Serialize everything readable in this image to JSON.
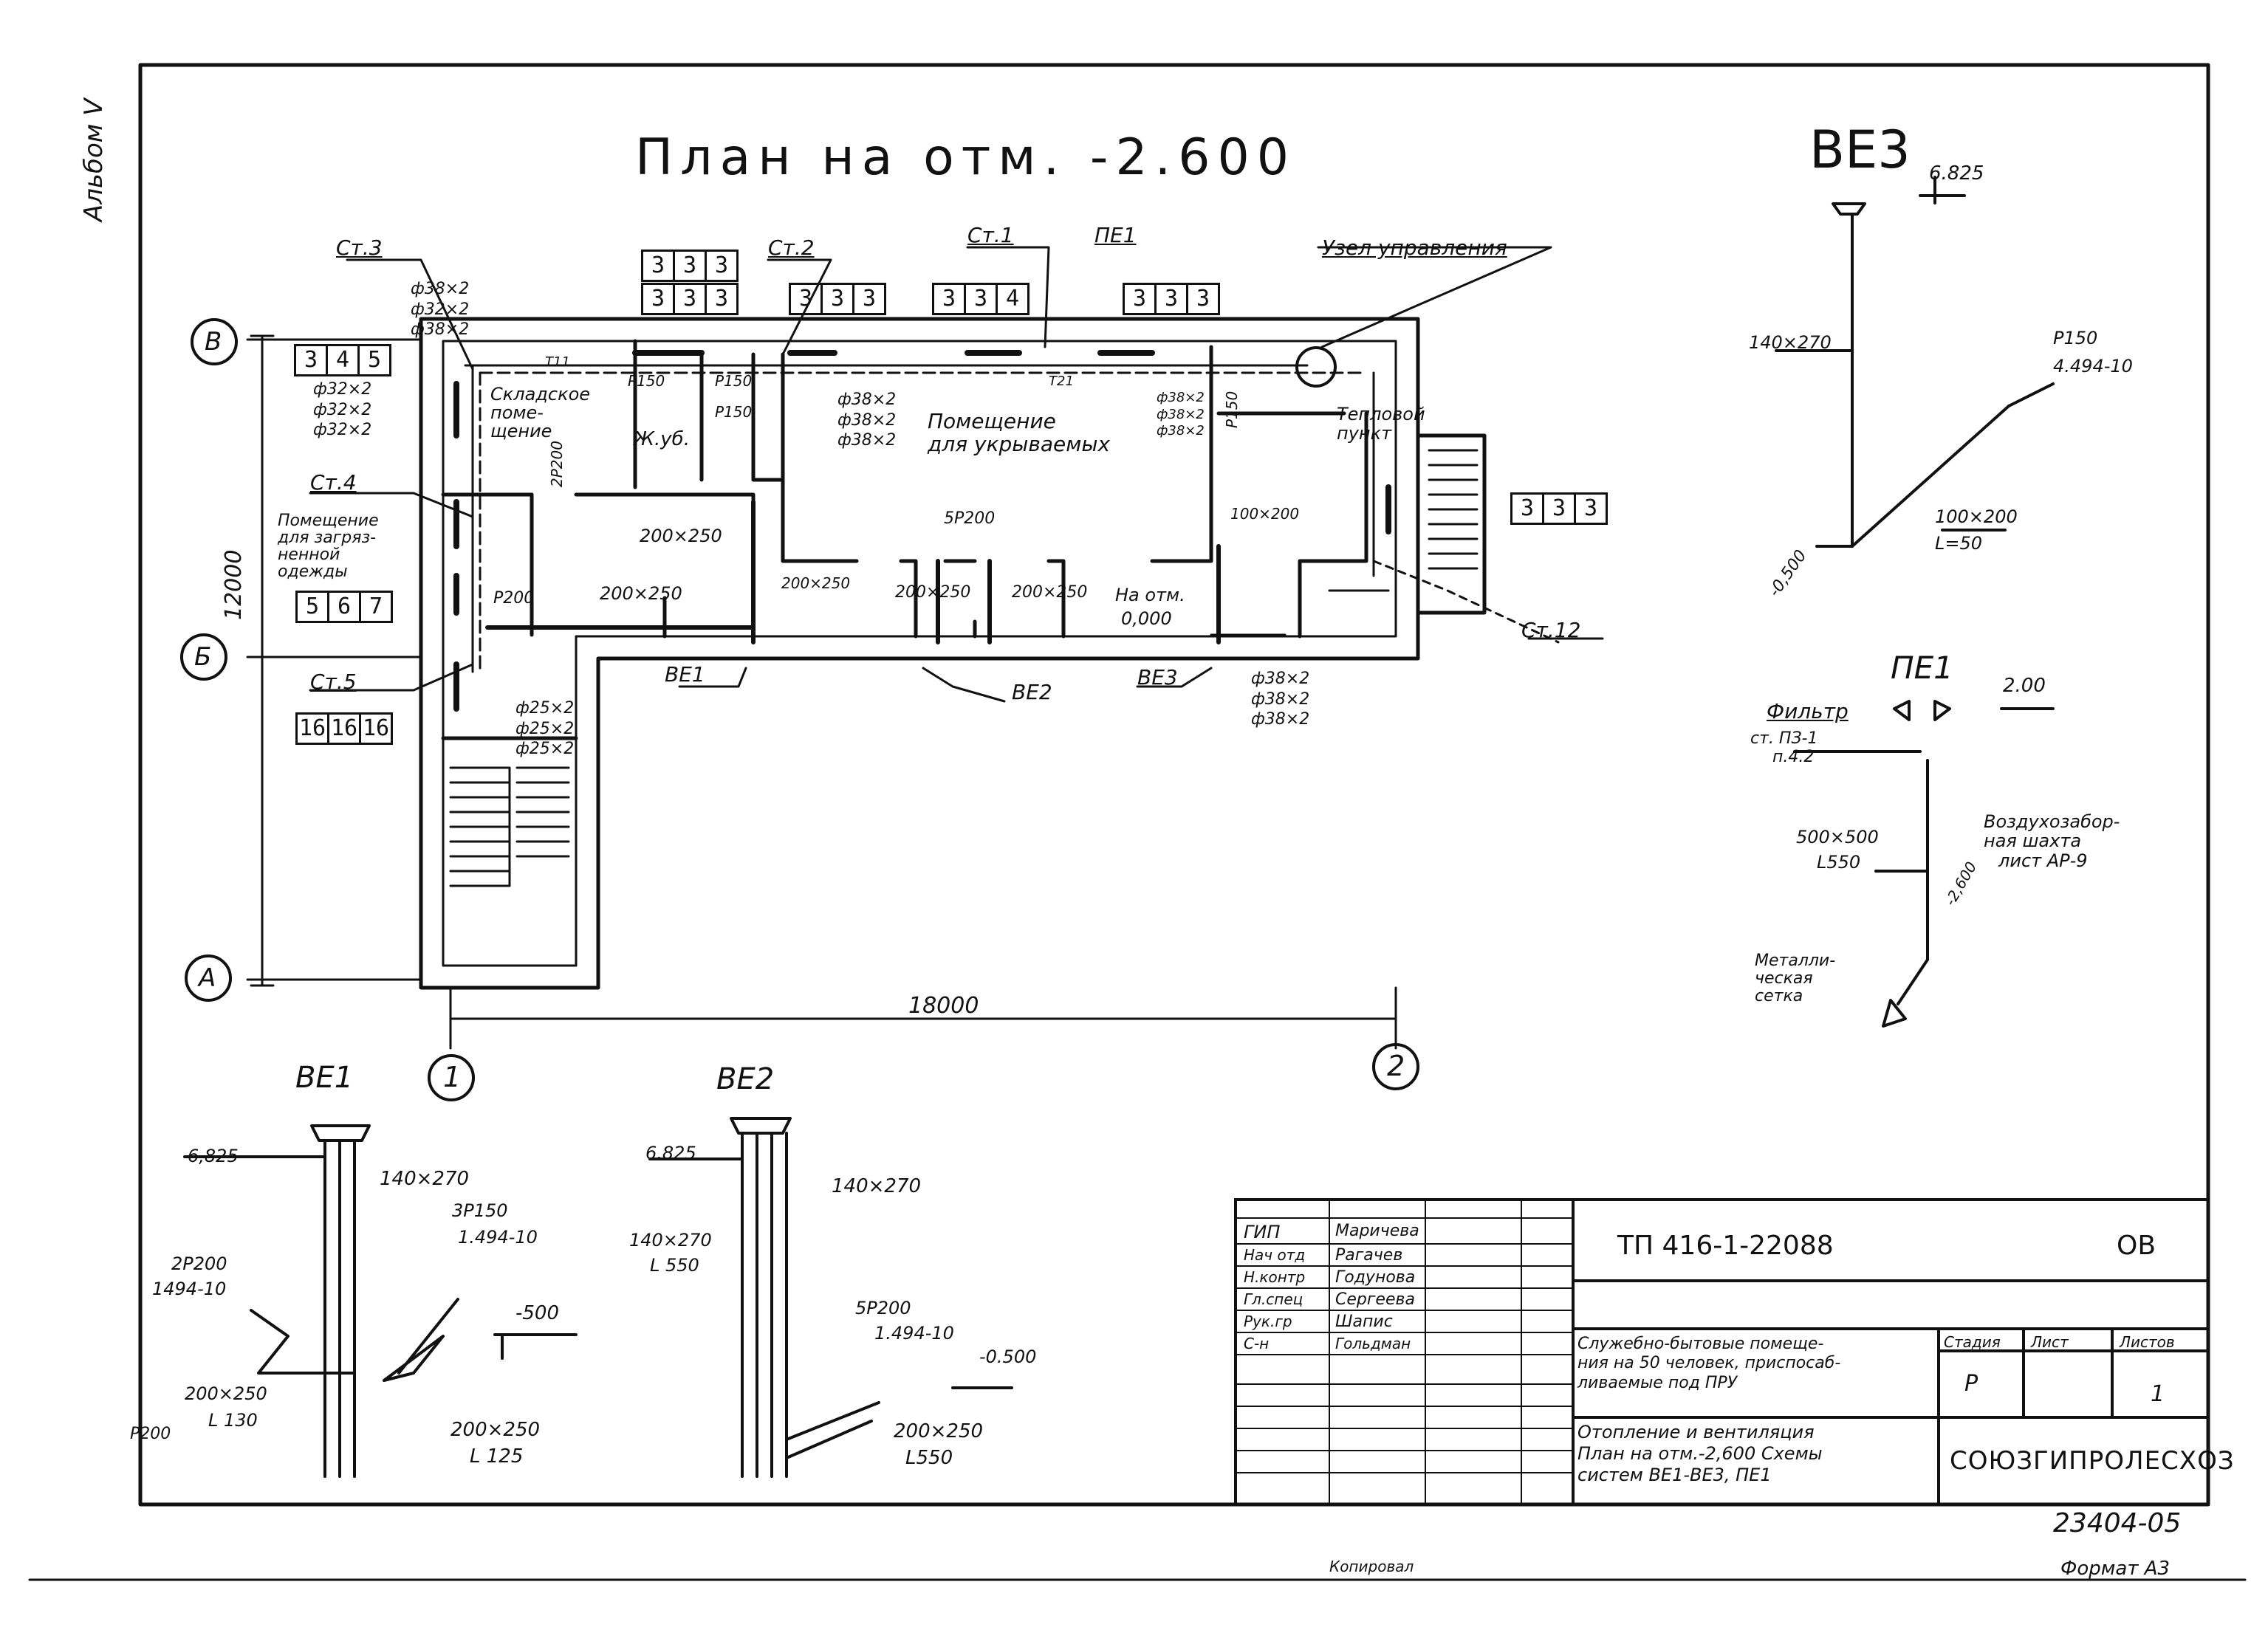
{
  "sheet": {
    "album": "Альбом V",
    "title": "План на отм. -2.600",
    "dims": {
      "width": "18000",
      "height": "12000"
    },
    "axes": {
      "v": "В",
      "b": "Б",
      "a": "А",
      "one": "1",
      "two": "2"
    },
    "risers": {
      "st1": "Ст.1",
      "st2": "Ст.2",
      "st3": "Ст.3",
      "st4": "Ст.4",
      "st5": "Ст.5",
      "st12": "Ст.12"
    },
    "pe1_label": "ПЕ1",
    "node_label": "Узел управления",
    "rooms": {
      "storage": [
        "Складское",
        "поме-",
        "щение"
      ],
      "zhub": "Ж.уб.",
      "dirty": [
        "Помещение",
        "для загряз-",
        "ненной",
        "одежды"
      ],
      "shelter": [
        "Помещение",
        "для укрываемых"
      ],
      "heat": [
        "Тепловой",
        "пункт"
      ]
    },
    "pipes": {
      "st3": [
        "ф38×2",
        "ф32×2",
        "ф38×2"
      ],
      "st4": [
        "ф32×2",
        "ф32×2",
        "ф32×2"
      ],
      "st2": [
        "ф38×2",
        "ф38×2",
        "ф38×2"
      ],
      "st1": [
        "ф38×2",
        "ф38×2",
        "ф38×2"
      ],
      "st5": [
        "ф25×2",
        "ф25×2",
        "ф25×2"
      ],
      "st12": [
        "ф38×2",
        "ф38×2",
        "ф38×2"
      ]
    },
    "radiators": {
      "b1": [
        "3",
        "3",
        "3"
      ],
      "b2": [
        "3",
        "3",
        "3"
      ],
      "b3": [
        "3",
        "3",
        "3"
      ],
      "b4": [
        "3",
        "3",
        "4"
      ],
      "b5": [
        "3",
        "3",
        "3"
      ],
      "b6": [
        "3",
        "4",
        "5"
      ],
      "b7": [
        "5",
        "6",
        "7"
      ],
      "b8": [
        "16",
        "16",
        "16"
      ],
      "b9": [
        "3",
        "3",
        "3"
      ]
    },
    "ducts": {
      "d1": "200×250",
      "d2": "200×250",
      "d3": "200×250",
      "d4": "200×250",
      "d5": "200×250",
      "d6": "100×200",
      "p150a": "Р150",
      "p150b": "Р150",
      "p150c": "Р150",
      "p150d": "Р150",
      "p200": "Р200",
      "p200b": "2Р200",
      "p5": "5Р200",
      "mark": "На отм.",
      "markv": "0,000"
    },
    "systems": {
      "ve1": "ВЕ1",
      "ve2": "ВЕ2",
      "ve3": "ВЕ3"
    },
    "t_labels": {
      "t11": "Т11",
      "t21": "Т21"
    }
  },
  "ve3": {
    "title": "ВЕ3",
    "top": "6.825",
    "d1": "140×270",
    "grille": "Р150",
    "grille_code": "4.494-10",
    "d2": "100×200",
    "len": "L=50",
    "low": "-0,500"
  },
  "pe1": {
    "title": "ПЕ1",
    "top": "2.00",
    "filter": "Фильтр",
    "filter_ref": [
      "ст. ПЗ-1",
      "п.4.2"
    ],
    "duct": "500×500",
    "len": "L550",
    "shaft": [
      "Воздухозабор-",
      "ная шахта",
      "лист АР-9"
    ],
    "low": "-2,600",
    "net": [
      "Металли-",
      "ческая",
      "сетка"
    ]
  },
  "ve1": {
    "title": "ВЕ1",
    "top": "6,825",
    "d1": "140×270",
    "g1": "3Р150",
    "g1code": "1.494-10",
    "g2": "2Р200",
    "g2code": "1494-10",
    "d2": "200×250",
    "len2": "L 130",
    "d3": "200×250",
    "len3": "L 125",
    "low": "-500",
    "p200": "Р200"
  },
  "ve2": {
    "title": "ВЕ2",
    "top": "6.825",
    "d1": "140×270",
    "d0": "140×270",
    "len0": "L 550",
    "g": "5Р200",
    "gcode": "1.494-10",
    "low": "-0.500",
    "d2": "200×250",
    "len2": "L550"
  },
  "stamp": {
    "roles": [
      "ГИП",
      "Нач отд",
      "Н.контр",
      "Гл.спец",
      "Рук.гр",
      "С-н"
    ],
    "names": [
      "Маричева",
      "Рагачев",
      "Годунова",
      "Сергеева",
      "Шапис",
      "Гольдман"
    ],
    "code": "ТП 416-1-22088",
    "section": "ОВ",
    "desc": [
      "Служебно-бытовые помеще-",
      "ния на 50 человек, приспосаб-",
      "ливаемые под ПРУ"
    ],
    "stage_h": "Стадия",
    "sheet_h": "Лист",
    "sheets_h": "Листов",
    "stage": "Р",
    "sheet": "",
    "sheets": "1",
    "content": [
      "Отопление и вентиляция",
      "План на отм.-2,600 Схемы",
      "систем ВЕ1-ВЕ3, ПЕ1"
    ],
    "org": "СОЮЗГИПРОЛЕСХОЗ",
    "inv": "23404-05",
    "copied": "Копировал",
    "format": "Формат А3"
  }
}
